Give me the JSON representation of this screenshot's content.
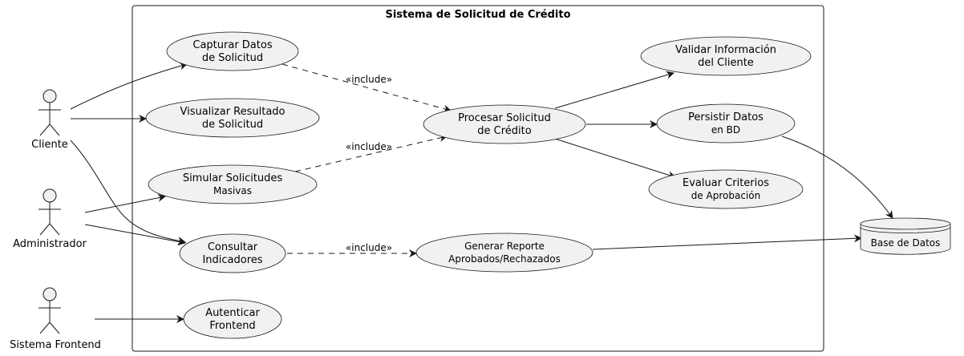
{
  "system": {
    "title": "Sistema de Solicitud de Crédito"
  },
  "actors": {
    "cliente": "Cliente",
    "administrador": "Administrador",
    "frontend": "Sistema Frontend"
  },
  "database": {
    "label": "Base de Datos"
  },
  "use_cases": {
    "capturar": [
      "Capturar Datos",
      "de Solicitud"
    ],
    "visualizar": [
      "Visualizar Resultado",
      "de Solicitud"
    ],
    "simular": [
      "Simular Solicitudes",
      "Masivas"
    ],
    "consultar": [
      "Consultar",
      "Indicadores"
    ],
    "autenticar": [
      "Autenticar",
      "Frontend"
    ],
    "procesar": [
      "Procesar Solicitud",
      "de Crédito"
    ],
    "validar": [
      "Validar Información",
      "del Cliente"
    ],
    "persistir": [
      "Persistir Datos",
      "en BD"
    ],
    "evaluar": [
      "Evaluar Criterios",
      "de Aprobación"
    ],
    "generar": [
      "Generar Reporte",
      "Aprobados/Rechazados"
    ]
  },
  "stereotype": "«include»"
}
